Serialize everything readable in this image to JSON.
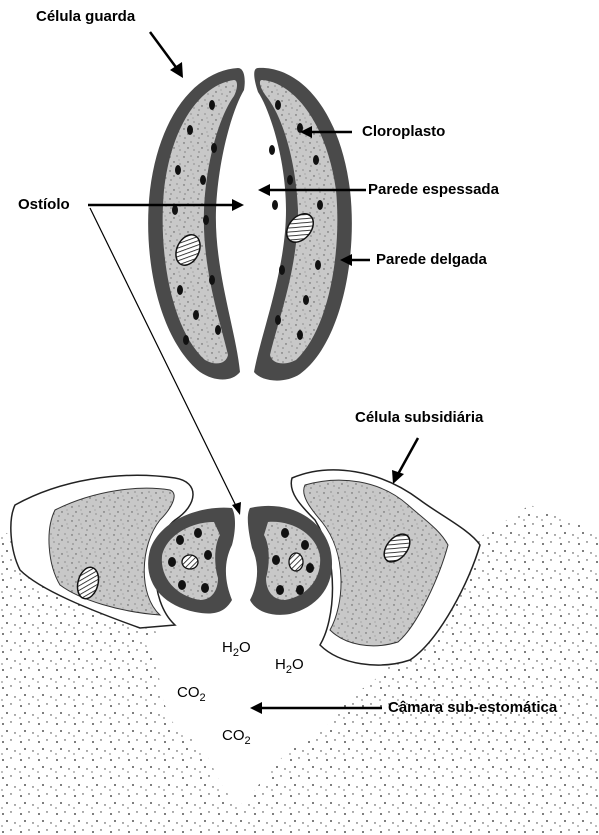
{
  "labels": {
    "guard_cell": "Célula guarda",
    "chloroplast": "Cloroplasto",
    "ostiole": "Ostíolo",
    "thick_wall": "Parede espessada",
    "thin_wall": "Parede delgada",
    "subsidiary_cell": "Célula subsidiária",
    "substomatal_chamber": "Câmara sub-estomática"
  },
  "molecules": {
    "h2o_a": {
      "base": "H",
      "sub": "2",
      "tail": "O"
    },
    "h2o_b": {
      "base": "H",
      "sub": "2",
      "tail": "O"
    },
    "co2_a": {
      "base": "CO",
      "sub": "2",
      "tail": ""
    },
    "co2_b": {
      "base": "CO",
      "sub": "2",
      "tail": ""
    }
  },
  "colors": {
    "wall": "#4a4a4a",
    "cytoplasm": "#c8c8c8",
    "chloroplast": "#111111",
    "background": "#ffffff"
  }
}
